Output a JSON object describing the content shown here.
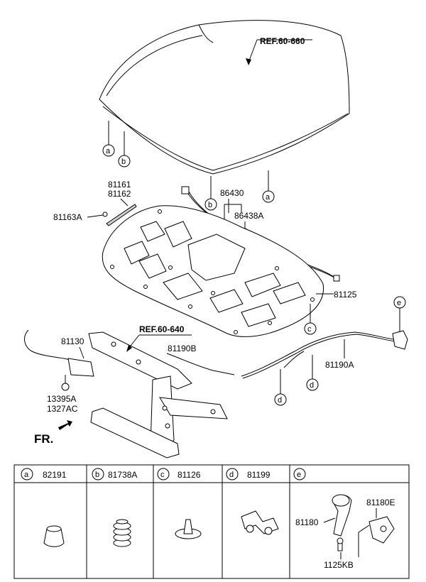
{
  "refs": {
    "hood": "REF.60-660",
    "panel": "REF.60-640"
  },
  "direction": "FR.",
  "parts": {
    "p81161": "81161",
    "p81162": "81162",
    "p81163A": "81163A",
    "p86430": "86430",
    "p86438A": "86438A",
    "p81125": "81125",
    "p81130": "81130",
    "p81190B": "81190B",
    "p81190A": "81190A",
    "p13395A": "13395A",
    "p1327AC": "1327AC"
  },
  "callouts": {
    "a": "a",
    "b": "b",
    "c": "c",
    "d": "d",
    "e": "e"
  },
  "table": {
    "cells": [
      {
        "letter": "a",
        "part": "82191"
      },
      {
        "letter": "b",
        "part": "81738A"
      },
      {
        "letter": "c",
        "part": "81126"
      },
      {
        "letter": "d",
        "part": "81199"
      },
      {
        "letter": "e",
        "part": ""
      }
    ],
    "e_parts": {
      "p81180": "81180",
      "p81180E": "81180E",
      "p1125KB": "1125KB"
    }
  }
}
